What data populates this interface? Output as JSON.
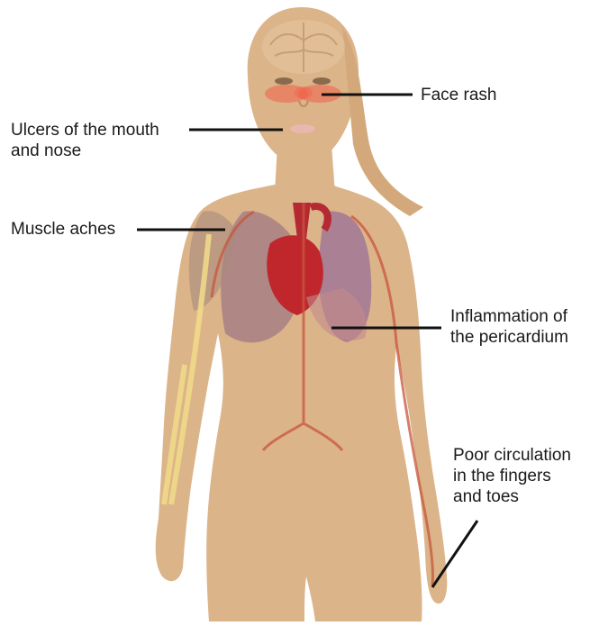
{
  "labels": {
    "face_rash": "Face rash",
    "ulcers": "Ulcers of the mouth\nand nose",
    "muscle_aches": "Muscle aches",
    "pericardium": "Inflammation of\nthe pericardium",
    "circulation": "Poor circulation\nin the fingers\nand toes"
  },
  "colors": {
    "skin": "#dcb489",
    "skin_shadow": "#c99e72",
    "rash": "#f0604a",
    "heart": "#c0272d",
    "vessel": "#c8553d",
    "lung": "#a07a86",
    "bone": "#f2dc8a",
    "leader": "#111111"
  }
}
